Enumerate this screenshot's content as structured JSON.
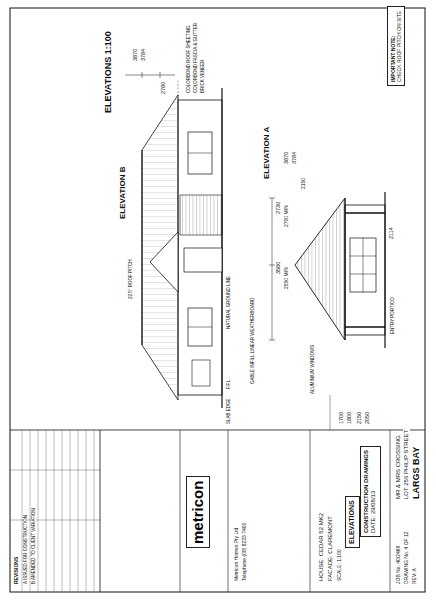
{
  "diagram": {
    "title": "ELEVATIONS 1:100",
    "nodes": [
      {
        "text": [
          "IMPORTANT NOTE:",
          "CHECK ROOF PITCH ON SITE"
        ]
      },
      {
        "text": [
          "metricon"
        ]
      },
      {
        "text": [
          "ELEVATIONS"
        ]
      },
      {
        "text": [
          "CONSTRUCTION DRAWINGS",
          "DATE: 29/08/13"
        ]
      }
    ],
    "labels": [
      "3870",
      "3784",
      "2780",
      "COLORBOND ROOF SHEETING",
      "COLORBOND FASCIA & GUTTER",
      "BRICK VENEER",
      "22.5° ROOF PITCH",
      "NATURAL GROUND LINE",
      "F.F.L.",
      "SLAB EDGE",
      "3870",
      "3784",
      "2730",
      "3580",
      "2700 MIN",
      "2550 MIN",
      "2150",
      "2114",
      "GABLE INFILL LINEAR WEATHERBOARD",
      "ENTRY PORTICO",
      "ALUMINIUM WINDOWS",
      "1700",
      "1800",
      "2150",
      "2050",
      "MR & MRS CROSSING",
      "LOT 256 PHILIP STREET",
      "LARGS BAY",
      "HOUSE: CEDAR 52 MK2",
      "FACADE: CLAREMONT",
      "SCALE: 1:100",
      "Metricon Homes Pty Ltd",
      "Telephone (08) 8233 7400",
      "JOB No. 40/2469",
      "DRAWING No. 4 OF 12",
      "REV: A",
      "REVISIONS",
      "A ISSUED FOR CONSTRUCTION",
      "B AMENDED TO CLIENT VARIATION",
      "ELEVATION B",
      "ELEVATION A"
    ]
  }
}
